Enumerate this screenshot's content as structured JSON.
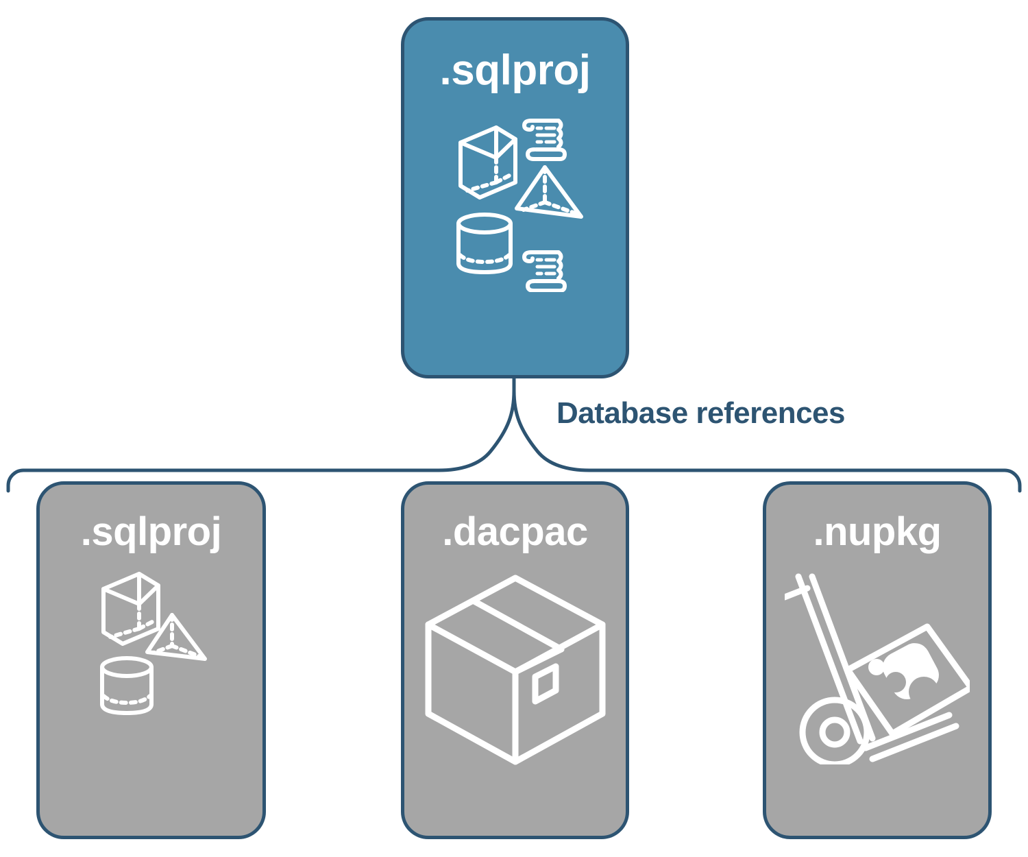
{
  "diagram": {
    "title": "SQL project database references",
    "colors": {
      "primary_fill": "#4a8cae",
      "secondary_fill": "#a6a6a6",
      "stroke": "#2d5472",
      "icon": "#ffffff",
      "background": "#ffffff"
    },
    "connector": {
      "label": "Database references",
      "style": "curly-brace"
    },
    "root": {
      "label": ".sqlproj",
      "kind": "primary",
      "icon_name": "database-objects-and-scripts-icon",
      "icon_parts": [
        "cube-icon",
        "pyramid-icon",
        "cylinder-icon",
        "scroll-icon",
        "scroll-icon"
      ]
    },
    "references": [
      {
        "label": ".sqlproj",
        "kind": "secondary",
        "icon_name": "database-objects-icon",
        "icon_parts": [
          "cube-icon",
          "pyramid-icon",
          "cylinder-icon"
        ]
      },
      {
        "label": ".dacpac",
        "kind": "secondary",
        "icon_name": "package-box-icon",
        "icon_parts": [
          "shipping-box-icon"
        ]
      },
      {
        "label": ".nupkg",
        "kind": "secondary",
        "icon_name": "hand-truck-package-icon",
        "icon_parts": [
          "hand-truck-icon",
          "nuget-box-icon"
        ]
      }
    ]
  }
}
